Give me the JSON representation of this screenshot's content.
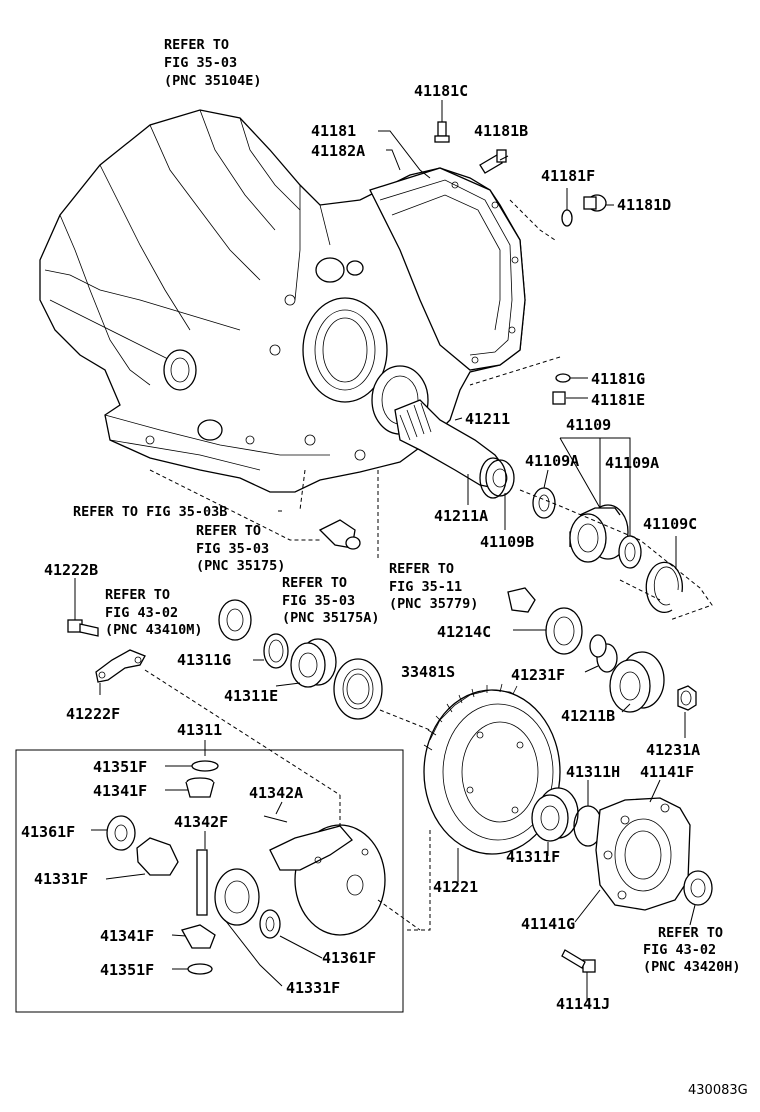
{
  "labels": {
    "l41181C": "41181C",
    "l41181": "41181",
    "l41182A": "41182A",
    "l41181B": "41181B",
    "l41181F": "41181F",
    "l41181D": "41181D",
    "l41181G": "41181G",
    "l41181E": "41181E",
    "l41211": "41211",
    "l41109": "41109",
    "l41109A_1": "41109A",
    "l41109A_2": "41109A",
    "l41211A": "41211A",
    "l41109B": "41109B",
    "l41109C": "41109C",
    "l41222B": "41222B",
    "l41214C": "41214C",
    "l41311G": "41311G",
    "l33481S": "33481S",
    "l41231F": "41231F",
    "l41311E": "41311E",
    "l41211B": "41211B",
    "l41222F": "41222F",
    "l41311": "41311",
    "l41231A": "41231A",
    "l41351F_1": "41351F",
    "l41341F_1": "41341F",
    "l41342A": "41342A",
    "l41311H": "41311H",
    "l41141F": "41141F",
    "l41361F_1": "41361F",
    "l41342F": "41342F",
    "l41331F_1": "41331F",
    "l41311F": "41311F",
    "l41221": "41221",
    "l41141G": "41141G",
    "l41341F_2": "41341F",
    "l41361F_2": "41361F",
    "l41351F_2": "41351F",
    "l41331F_2": "41331F",
    "l41141J": "41141J"
  },
  "refs": {
    "r1_a": "REFER TO",
    "r1_b": "FIG 35-03",
    "r1_c": "(PNC 35104E)",
    "r2_a": "REFER TO FIG 35-03B",
    "r3_a": "REFER TO",
    "r3_b": "FIG 35-03",
    "r3_c": "(PNC 35175)",
    "r4_a": "REFER TO",
    "r4_b": "FIG 35-11",
    "r4_c": "(PNC 35779)",
    "r5_a": "REFER TO",
    "r5_b": "FIG 43-02",
    "r5_c": "(PNC 43410M)",
    "r6_a": "REFER TO",
    "r6_b": "FIG 35-03",
    "r6_c": "(PNC 35175A)",
    "r7_a": "REFER TO",
    "r7_b": "FIG 43-02",
    "r7_c": "(PNC 43420H)"
  },
  "footer": {
    "code": "430083G"
  }
}
